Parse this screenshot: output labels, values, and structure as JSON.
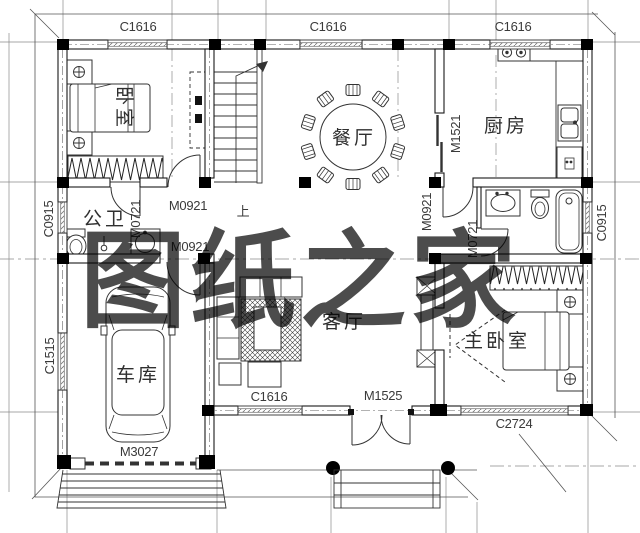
{
  "watermark": {
    "text": "图纸之家",
    "color": "#d84545"
  },
  "rooms": {
    "bedroom": "卧室",
    "public_bath": "公卫",
    "garage": "车库",
    "dining": "餐厅",
    "kitchen": "厨房",
    "living": "客厅",
    "master_bedroom": "主卧室"
  },
  "stairs": {
    "direction": "上"
  },
  "openings": {
    "win_top_1": "C1616",
    "win_top_2": "C1616",
    "win_top_3": "C1616",
    "win_left_bath": "C0915",
    "win_left_garage": "C1515",
    "win_right_bath": "C0915",
    "win_living": "C1616",
    "win_master": "C2724",
    "door_bedroom": "M0921",
    "door_to_garage": "M0921",
    "door_public_bath": "M0721",
    "door_kitchen": "M1521",
    "door_bath_lobby": "M0921",
    "door_bath_inner": "M0721",
    "door_entry": "M1525",
    "door_garage_main": "M3027"
  },
  "line_colors": {
    "walls": "#1a1a1a",
    "axis": "#8a8a8a",
    "fixtures": "#333333"
  }
}
